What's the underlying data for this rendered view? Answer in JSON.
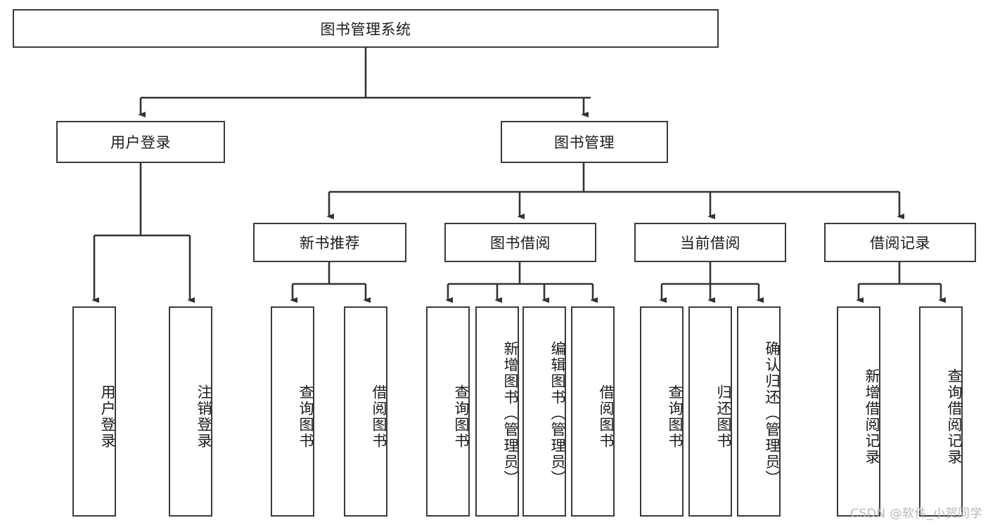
{
  "diagram": {
    "title": "图书管理系统",
    "type": "tree-hierarchy",
    "watermark": "CSDN @软件_小贺同学",
    "colors": {
      "border": "#3a3a3a",
      "fill": "#ffffff",
      "text": "#1b1b1b",
      "edge": "#333333",
      "watermark": "#b8b8b8"
    },
    "nodes": {
      "root": "图书管理系统",
      "level2": {
        "user_login": "用户登录",
        "book_manage": "图书管理"
      },
      "level3": {
        "new_book_rec": "新书推荐",
        "book_borrow": "图书借阅",
        "current_borrow": "当前借阅",
        "borrow_record": "借阅记录"
      },
      "leaves": {
        "user_login_1": "用户登录",
        "user_login_2": "注销登录",
        "new_book_rec_1": "查询图书",
        "new_book_rec_2": "借阅图书",
        "book_borrow_1": "查询图书",
        "book_borrow_2": "新增图书（管理员）",
        "book_borrow_3": "编辑图书（管理员）",
        "book_borrow_4": "借阅图书",
        "current_borrow_1": "查询图书",
        "current_borrow_2": "归还图书",
        "current_borrow_3": "确认归还（管理员）",
        "borrow_record_1": "新增借阅记录",
        "borrow_record_2": "查询借阅记录"
      }
    }
  }
}
